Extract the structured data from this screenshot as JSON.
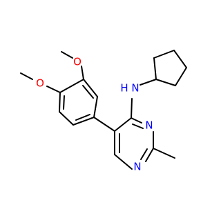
{
  "molecule": {
    "atoms": {
      "o_upper": "O",
      "o_lower": "O",
      "n_amine": "N",
      "h_amine": "H",
      "n_ring_upper": "N",
      "n_ring_lower": "N"
    }
  },
  "colors": {
    "bond": "#000000",
    "oxygen": "#ff0000",
    "nitrogen": "#0000ff",
    "background": "#ffffff"
  }
}
